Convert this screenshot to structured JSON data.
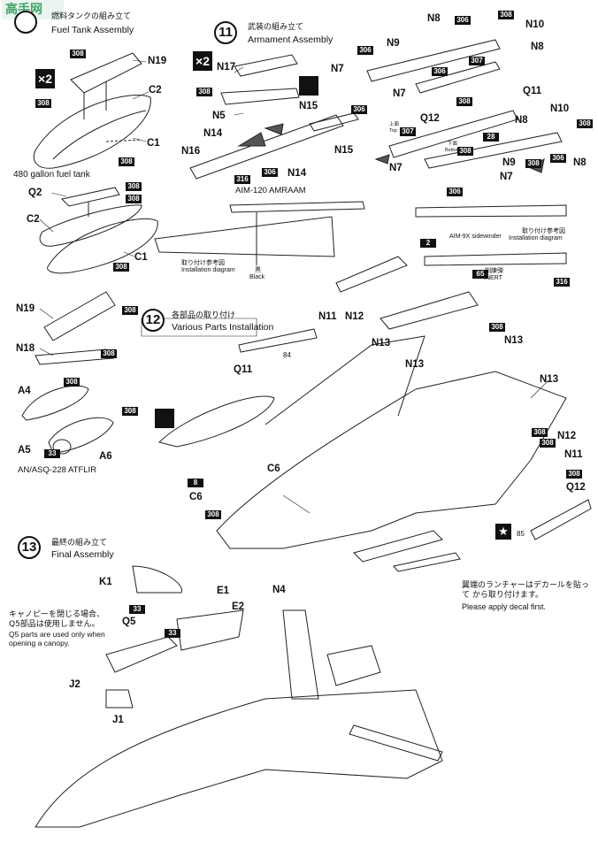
{
  "watermark": {
    "text": "高手网"
  },
  "step10": {
    "number": "",
    "title_ja": "燃料タンクの組み立て",
    "title_en": "Fuel Tank Assembly",
    "x2": "×2",
    "fuel_tank_label": "480 gallon fuel tank",
    "pod_label": "AN/ASQ-228 ATFLIR"
  },
  "step11": {
    "number": "11",
    "title_ja": "武装の組み立て",
    "title_en": "Armament Assembly",
    "x2": "×2",
    "aim120_label": "AIM-120 AMRAAM",
    "install_ja": "取り付け参考図",
    "install_en": "Installation diagram",
    "black_ja": "黒",
    "black_en": "Black",
    "aim9x_label": "AIM-9X sidewinder",
    "aim9x_install_ja": "取り付け参考図",
    "aim9x_install_en": "Installation diagram",
    "inert_ja": "訓練弾",
    "inert_en": "INERT",
    "top_ja": "上面",
    "top_en": "Top",
    "bottom_ja": "下面",
    "bottom_en": "Bottom"
  },
  "step12": {
    "number": "12",
    "title_ja": "各部品の取り付け",
    "title_en": "Various Parts Installation",
    "decal_note_ja": "翼端のランチャーはデカールを貼って から取り付けます。",
    "decal_note_en": "Please apply decal first."
  },
  "step13": {
    "number": "13",
    "title_ja": "最終の組み立て",
    "title_en": "Final Assembly",
    "canopy_note_ja": "キャノピーを閉じる場合、Q5部品は使用しません。",
    "canopy_note_en": "Q5 parts are used only when opening a canopy."
  },
  "part_labels": {
    "N19a": "N19",
    "C2a": "C2",
    "C1a": "C1",
    "Q2": "Q2",
    "C2b": "C2",
    "C1b": "C1",
    "N19b": "N19",
    "N18": "N18",
    "A4": "A4",
    "A5": "A5",
    "A6": "A6",
    "N17": "N17",
    "N5": "N5",
    "N15a": "N15",
    "N14a": "N14",
    "N16": "N16",
    "N15b": "N15",
    "N14b": "N14",
    "N8a": "N8",
    "N9a": "N9",
    "N10a": "N10",
    "N8b": "N8",
    "N7a": "N7",
    "N7b": "N7",
    "Q11a": "Q11",
    "Q12a": "Q12",
    "N8c": "N8",
    "N10b": "N10",
    "N9b": "N9",
    "N8d": "N8",
    "N7c": "N7",
    "N7d": "N7",
    "N11a": "N11",
    "N12a": "N12",
    "N13a": "N13",
    "N13b": "N13",
    "N13c": "N13",
    "N13d": "N13",
    "Q11b": "Q11",
    "N12b": "N12",
    "N11b": "N11",
    "Q12b": "Q12",
    "C6a": "C6",
    "C6b": "C6",
    "K1": "K1",
    "E1": "E1",
    "N4": "N4",
    "E2": "E2",
    "Q5": "Q5",
    "J2": "J2",
    "J1": "J1"
  },
  "color_codes": {
    "c308a": "308",
    "c308b": "308",
    "c308c": "308",
    "c308d": "308",
    "c308e": "308",
    "c308f": "308",
    "c308g": "308",
    "c308h": "308",
    "c308i": "308",
    "c308j": "308",
    "c33a": "33",
    "c308k": "308",
    "c306a": "306",
    "c316a": "316",
    "c306b": "306",
    "c306c": "306",
    "c308l": "308",
    "c306d": "306",
    "c307a": "307",
    "c308m": "308",
    "c306e": "306",
    "c307b": "307",
    "c308n": "308",
    "c28": "28",
    "c306f": "306",
    "c308o": "308",
    "c308p": "308",
    "c306g": "306",
    "c2": "2",
    "c65": "65",
    "c316b": "316",
    "c308q": "308",
    "c308r": "308",
    "c308s": "308",
    "c308t": "308",
    "c8": "8",
    "c308u": "308",
    "c33b": "33",
    "c33c": "33"
  },
  "refs": {
    "r84": "84",
    "r85": "85"
  }
}
